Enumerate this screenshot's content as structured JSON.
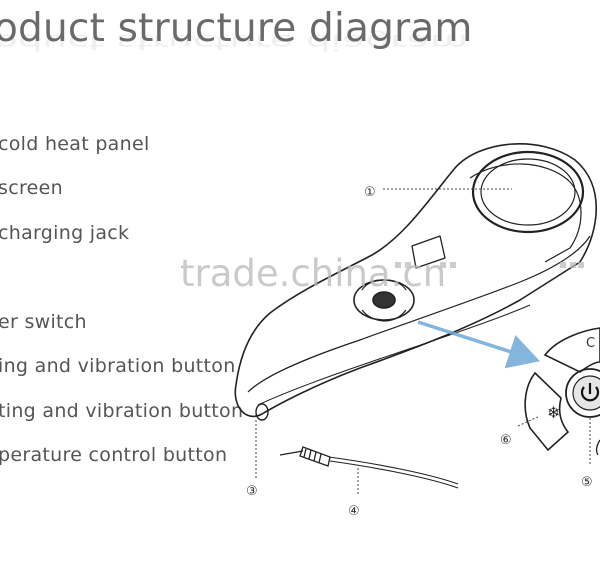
{
  "title": "oduct structure diagram",
  "parts": [
    {
      "id": "part-1",
      "label": "cold heat panel"
    },
    {
      "id": "part-2",
      "label": "screen"
    },
    {
      "id": "part-3",
      "label": "charging jack"
    },
    {
      "id": "part-4",
      "label": "er switch"
    },
    {
      "id": "part-5",
      "label": "ing and vibration button"
    },
    {
      "id": "part-6",
      "label": "ting and vibration button"
    },
    {
      "id": "part-7",
      "label": "perature control button"
    }
  ],
  "callouts": [
    "①",
    "③",
    "④",
    "⑤",
    "⑥"
  ],
  "panel_letter": "C",
  "watermark": "trade.china.cn",
  "colors": {
    "line": "#222222",
    "arrow": "#6fa9d6",
    "text": "#555555"
  }
}
